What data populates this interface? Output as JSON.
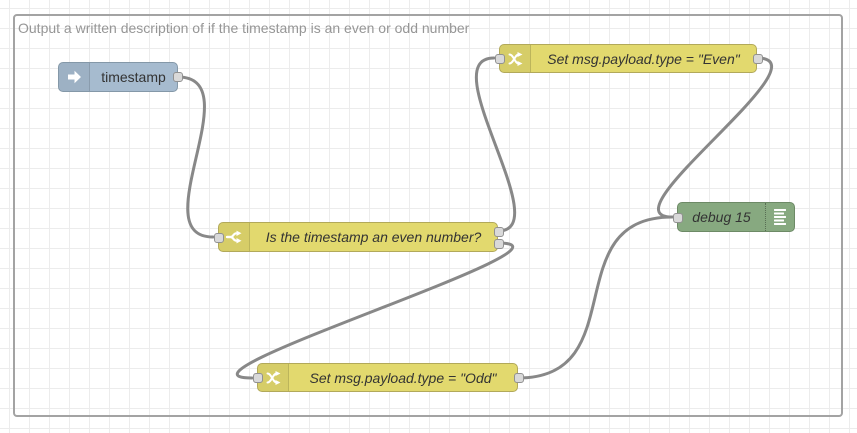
{
  "canvas": {
    "comment": "Output a written description of if the timestamp is an even or odd number"
  },
  "nodes": {
    "inject": {
      "label": "timestamp",
      "type": "inject",
      "icon": "arrow-in-icon",
      "outputs": 1
    },
    "switch": {
      "label": "Is the timestamp an even number?",
      "type": "switch",
      "icon": "fork-icon",
      "outputs": 2
    },
    "change_even": {
      "label": "Set msg.payload.type = \"Even\"",
      "type": "change",
      "icon": "shuffle-icon",
      "outputs": 1
    },
    "change_odd": {
      "label": "Set msg.payload.type = \"Odd\"",
      "type": "change",
      "icon": "shuffle-icon",
      "outputs": 1
    },
    "debug": {
      "label": "debug 15",
      "type": "debug",
      "icon": "list-icon",
      "outputs": 0
    }
  },
  "colors": {
    "inject_node": "#a6bbcf",
    "function_node": "#e2d96e",
    "debug_node": "#87a980",
    "wire": "#888888",
    "grid_line": "#ececec",
    "group_border": "#a3a3a3",
    "port_fill": "#d9d9d9",
    "comment_text": "#969696",
    "label_text": "#333333"
  }
}
